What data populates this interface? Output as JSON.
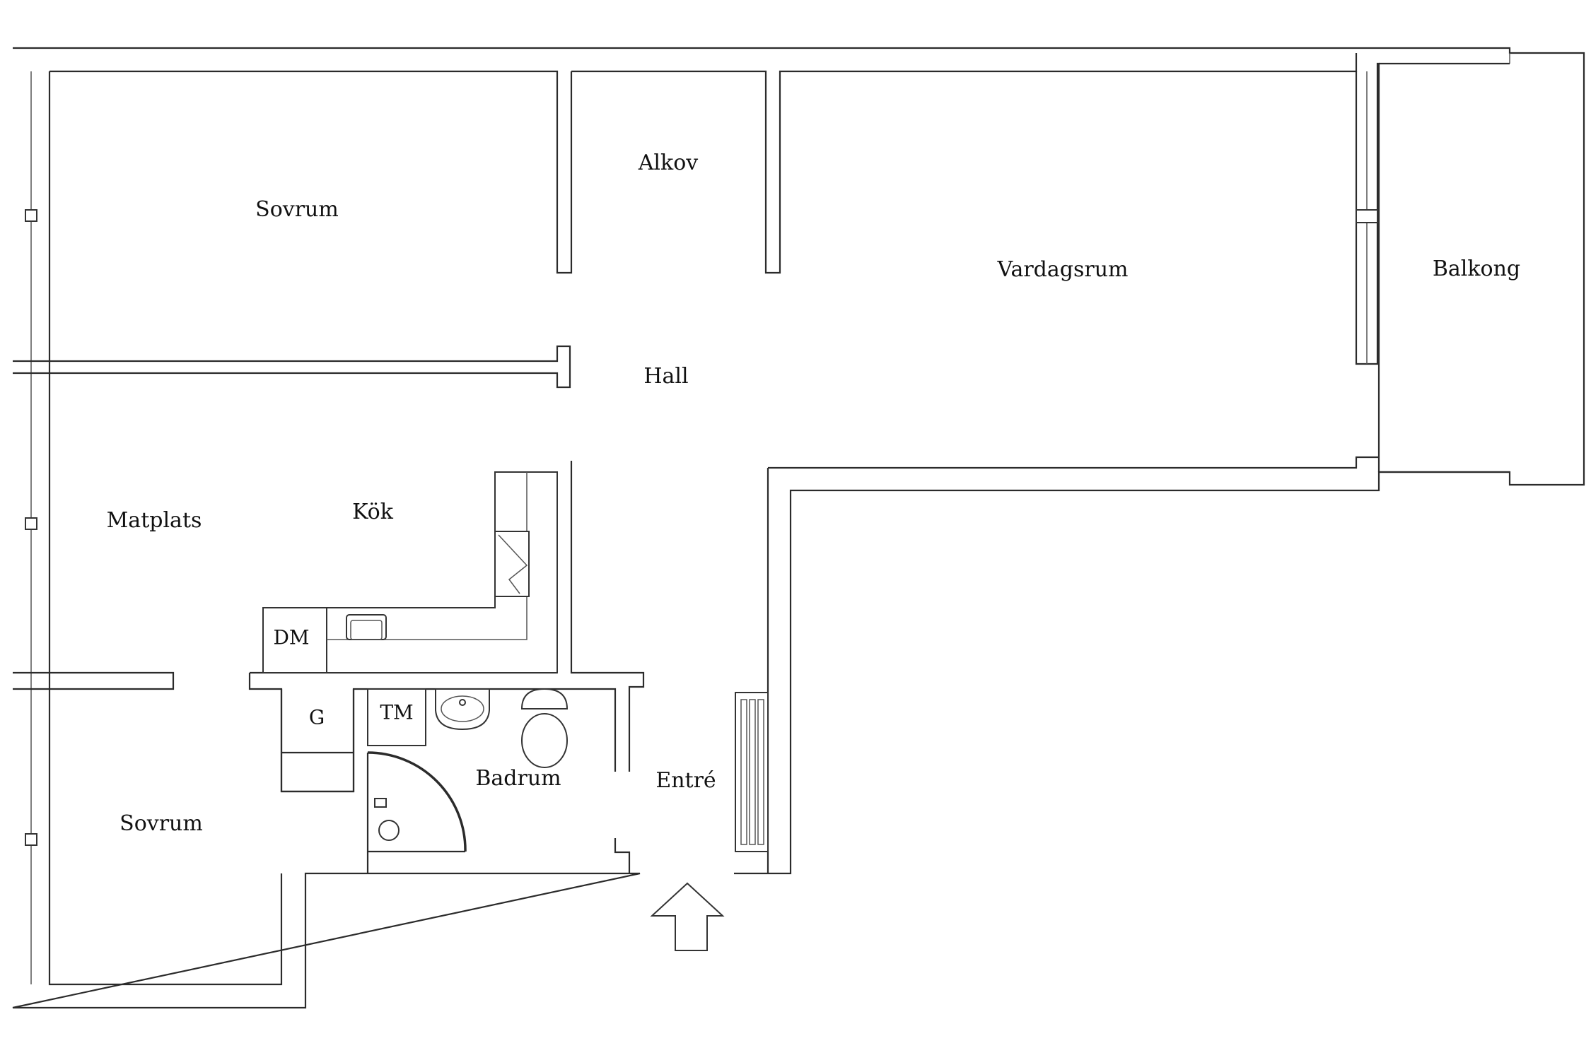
{
  "rooms": {
    "sovrum_top": "Sovrum",
    "alkov": "Alkov",
    "vardagsrum": "Vardagsrum",
    "balkong": "Balkong",
    "hall": "Hall",
    "matplats": "Matplats",
    "kok": "Kök",
    "dm": "DM",
    "tm": "TM",
    "g": "G",
    "badrum": "Badrum",
    "entre": "Entré",
    "sovrum_bottom": "Sovrum"
  },
  "colors": {
    "wall": "#2b2b2b",
    "background": "#ffffff"
  }
}
